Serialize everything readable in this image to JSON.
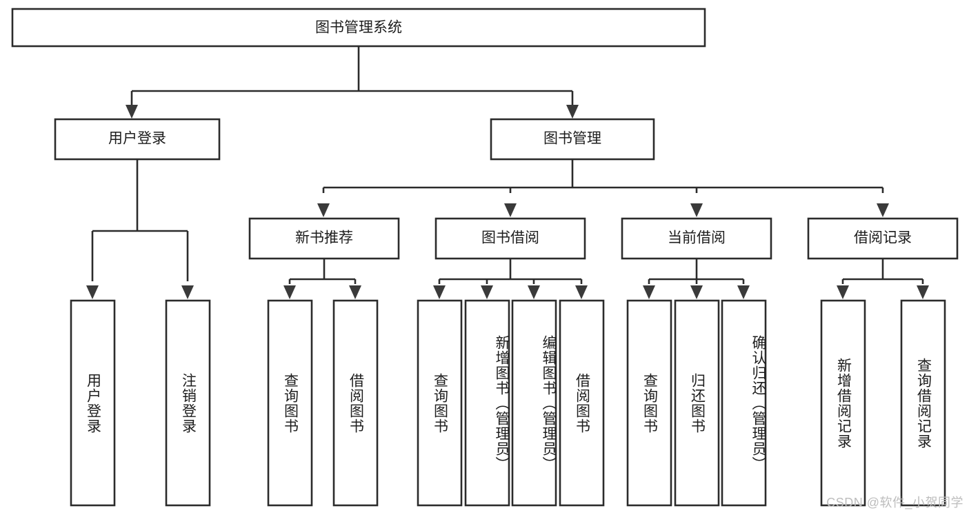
{
  "diagram": {
    "type": "hierarchy-tree",
    "title": "图书管理系统",
    "orientation": "top-down",
    "background_color": "#ffffff",
    "line_color": "#2b2b2b",
    "box_fill": "#ffffff",
    "text_color": "#1d1d1d",
    "root": {
      "label": "图书管理系统"
    },
    "level2": [
      {
        "label": "用户登录"
      },
      {
        "label": "图书管理"
      }
    ],
    "level3": [
      {
        "label": "新书推荐"
      },
      {
        "label": "图书借阅"
      },
      {
        "label": "当前借阅"
      },
      {
        "label": "借阅记录"
      }
    ],
    "leaves": {
      "user_login": [
        {
          "label": "用户登录"
        },
        {
          "label": "注销登录"
        }
      ],
      "new_book_recommend": [
        {
          "label": "查询图书"
        },
        {
          "label": "借阅图书"
        }
      ],
      "book_borrow": [
        {
          "label": "查询图书"
        },
        {
          "label": "新增图书（管理员）"
        },
        {
          "label": "编辑图书（管理员）"
        },
        {
          "label": "借阅图书"
        }
      ],
      "current_borrow": [
        {
          "label": "查询图书"
        },
        {
          "label": "归还图书"
        },
        {
          "label": "确认归还（管理员）"
        }
      ],
      "borrow_record": [
        {
          "label": "新增借阅记录"
        },
        {
          "label": "查询借阅记录"
        }
      ]
    }
  },
  "watermark": {
    "text": "CSDN @软件_小贺同学",
    "color": "#bdbdbd"
  }
}
